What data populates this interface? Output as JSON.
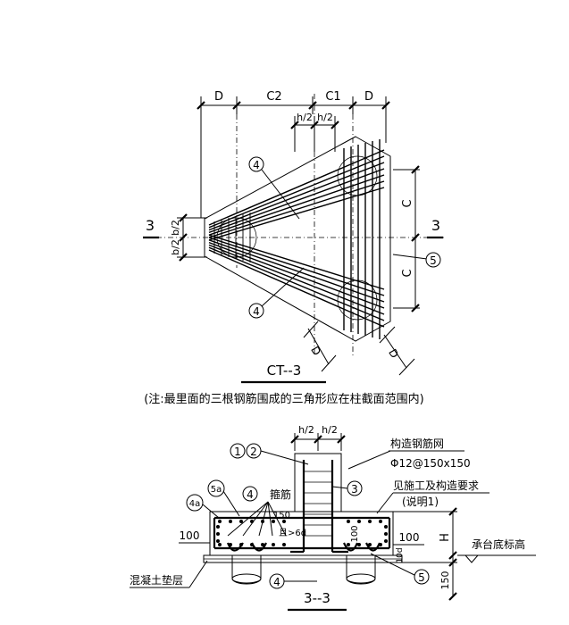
{
  "plan": {
    "dims": {
      "d_left": "D",
      "c2": "C2",
      "c1": "C1",
      "d_right": "D",
      "h_half_1": "h/2",
      "h_half_2": "h/2",
      "c_upper": "C",
      "c_lower": "C",
      "b_half_1": "b/2",
      "b_half_2": "b/2",
      "d_diag_left": "D",
      "d_diag_right": "D"
    },
    "marks": {
      "rebar4_top": "4",
      "rebar4_bottom": "4",
      "rebar5": "5"
    },
    "section_mark_left": "3",
    "section_mark_right": "3",
    "title": "CT--3"
  },
  "note": "(注:最里面的三根钢筋围成的三角形应在柱截面范围内)",
  "section": {
    "dims": {
      "h_half_1": "h/2",
      "h_half_2": "h/2",
      "dim_150": "150",
      "dim_100_inner": "100",
      "dim_100_left": "100",
      "dim_100_right": "100",
      "h": "H",
      "bottom_150": "150",
      "anchor": "且>6d",
      "cover_right": "10d"
    },
    "marks": {
      "m1": "1",
      "m2": "2",
      "m3": "3",
      "m4_top": "4",
      "m4_bottom": "4",
      "m4a": "4a",
      "m5a": "5a",
      "m5": "5"
    },
    "labels": {
      "stirrup": "箍筋",
      "mesh": "构造钢筋网",
      "mesh_spec": "Φ12@150x150",
      "see_note": "见施工及构造要求",
      "note_ref": "(说明1)",
      "cap_bottom": "承台底标高",
      "cushion": "混凝土垫层"
    },
    "title": "3--3"
  }
}
